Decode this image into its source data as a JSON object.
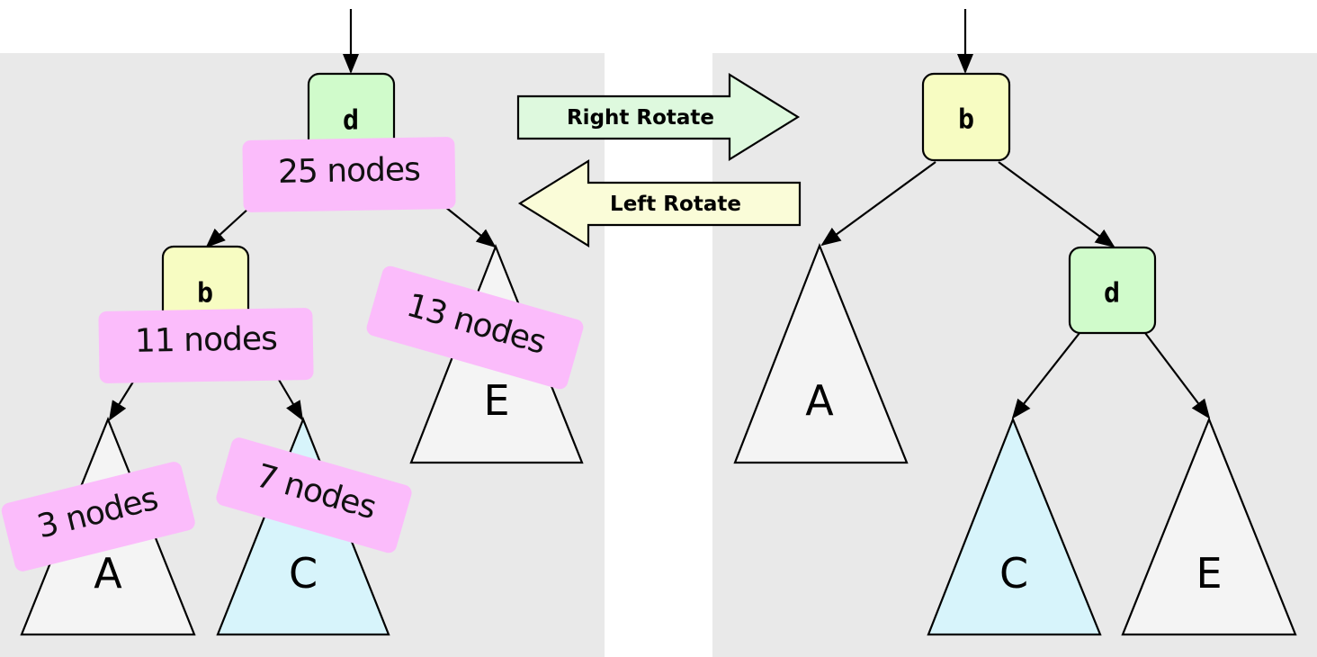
{
  "colors": {
    "panel": "#e9e9e9",
    "node_b": "#f7fcc2",
    "node_d": "#d0fbcb",
    "subtree_plain": "#f4f4f4",
    "subtree_c": "#d7f4fb",
    "note": "#fbbcfb",
    "right_rotate_arrow": "#def9de",
    "left_rotate_arrow": "#fafcd8"
  },
  "operations": {
    "right_rotate": "Right Rotate",
    "left_rotate": "Left Rotate"
  },
  "left_tree": {
    "root": "d",
    "child": "b",
    "subtrees": {
      "a": "A",
      "c": "C",
      "e": "E"
    },
    "notes": {
      "root": "25 nodes",
      "child": "11 nodes",
      "a": "3 nodes",
      "c": "7 nodes",
      "e": "13 nodes"
    }
  },
  "right_tree": {
    "root": "b",
    "child": "d",
    "subtrees": {
      "a": "A",
      "c": "C",
      "e": "E"
    }
  }
}
